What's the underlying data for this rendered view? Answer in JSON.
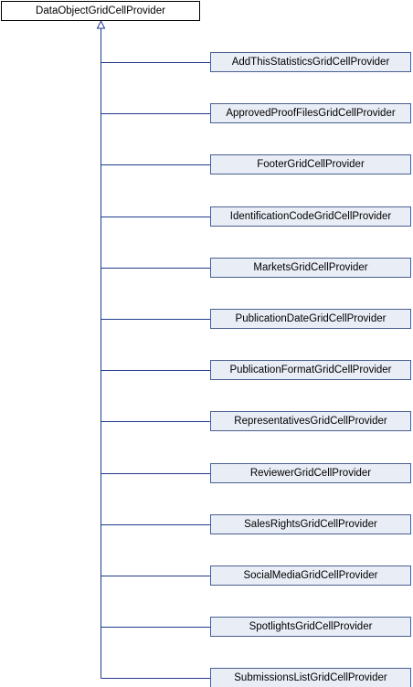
{
  "base_class": "DataObjectGridCellProvider",
  "subclasses": [
    "AddThisStatisticsGridCellProvider",
    "ApprovedProofFilesGridCellProvider",
    "FooterGridCellProvider",
    "IdentificationCodeGridCellProvider",
    "MarketsGridCellProvider",
    "PublicationDateGridCellProvider",
    "PublicationFormatGridCellProvider",
    "RepresentativesGridCellProvider",
    "ReviewerGridCellProvider",
    "SalesRightsGridCellProvider",
    "SocialMediaGridCellProvider",
    "SpotlightsGridCellProvider",
    "SubmissionsListGridCellProvider"
  ],
  "colors": {
    "node_fill": "#e9edf6",
    "node_border": "#4a5f8f",
    "edge": "#1f3a8a",
    "base_fill": "#ffffff",
    "base_border": "#000000"
  },
  "icons": {
    "edge_head": "hollow-triangle-arrowhead-icon"
  }
}
